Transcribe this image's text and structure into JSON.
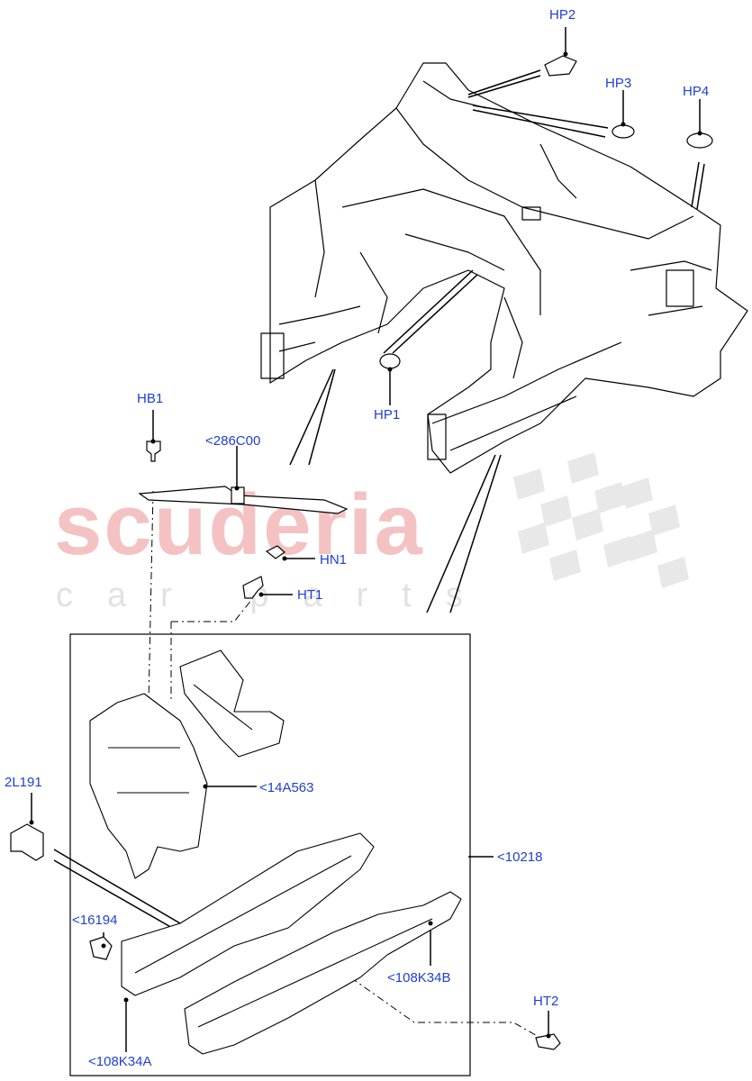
{
  "watermark": {
    "brand": "scuderia",
    "tagline": "car parts"
  },
  "callouts": {
    "hp2": "HP2",
    "hp3": "HP3",
    "hp4": "HP4",
    "hp1": "HP1",
    "hb1": "HB1",
    "c286c00": "<286C00",
    "hn1": "HN1",
    "ht1": "HT1",
    "c14a563": "<14A563",
    "c2l191": "2L191",
    "c10218": "<10218",
    "c16194": "<16194",
    "c108k34b": "<108K34B",
    "ht2": "HT2",
    "c108k34a": "<108K34A"
  },
  "colors": {
    "callout": "#1f3fd6",
    "line": "#000000",
    "watermark_red": "#f4c2c2",
    "watermark_grey": "#e2e2e2"
  }
}
